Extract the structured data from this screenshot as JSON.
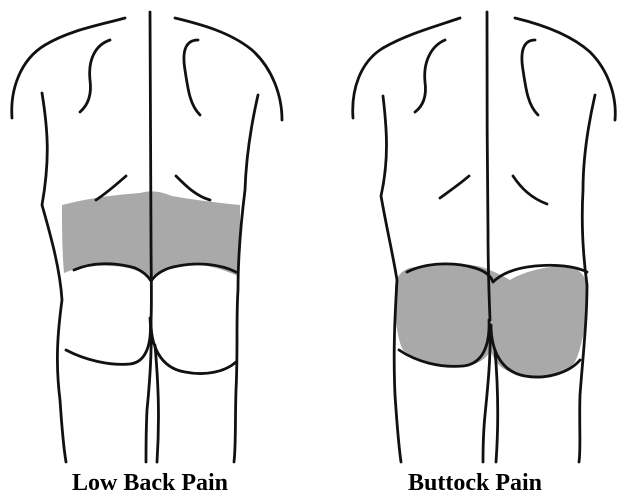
{
  "figures": [
    {
      "id": "low-back",
      "caption": "Low Back Pain",
      "region": "low-back"
    },
    {
      "id": "buttock",
      "caption": "Buttock Pain",
      "region": "buttock"
    }
  ],
  "colors": {
    "outline": "#111111",
    "pain_shading": "#a9a9a9",
    "background": "#ffffff"
  }
}
